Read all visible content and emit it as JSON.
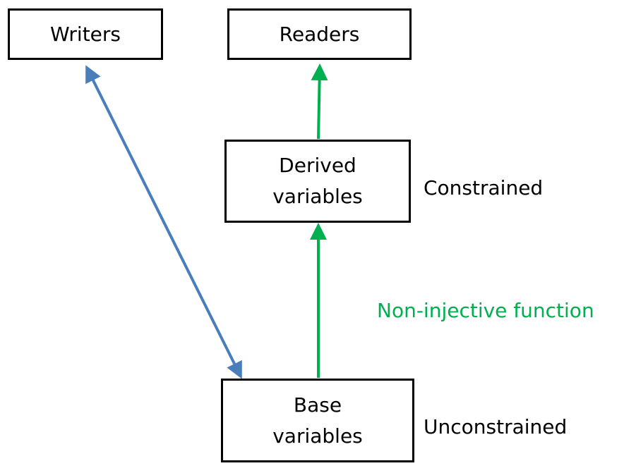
{
  "nodes": {
    "writers": {
      "label": "Writers"
    },
    "readers": {
      "label": "Readers"
    },
    "derived": {
      "line1": "Derived",
      "line2": "variables"
    },
    "base": {
      "line1": "Base",
      "line2": "variables"
    }
  },
  "labels": {
    "constrained": "Constrained",
    "unconstrained": "Unconstrained",
    "function": "Non-injective function"
  },
  "colors": {
    "green": "#00b050",
    "blue": "#4a7ebb",
    "border": "#000000"
  }
}
